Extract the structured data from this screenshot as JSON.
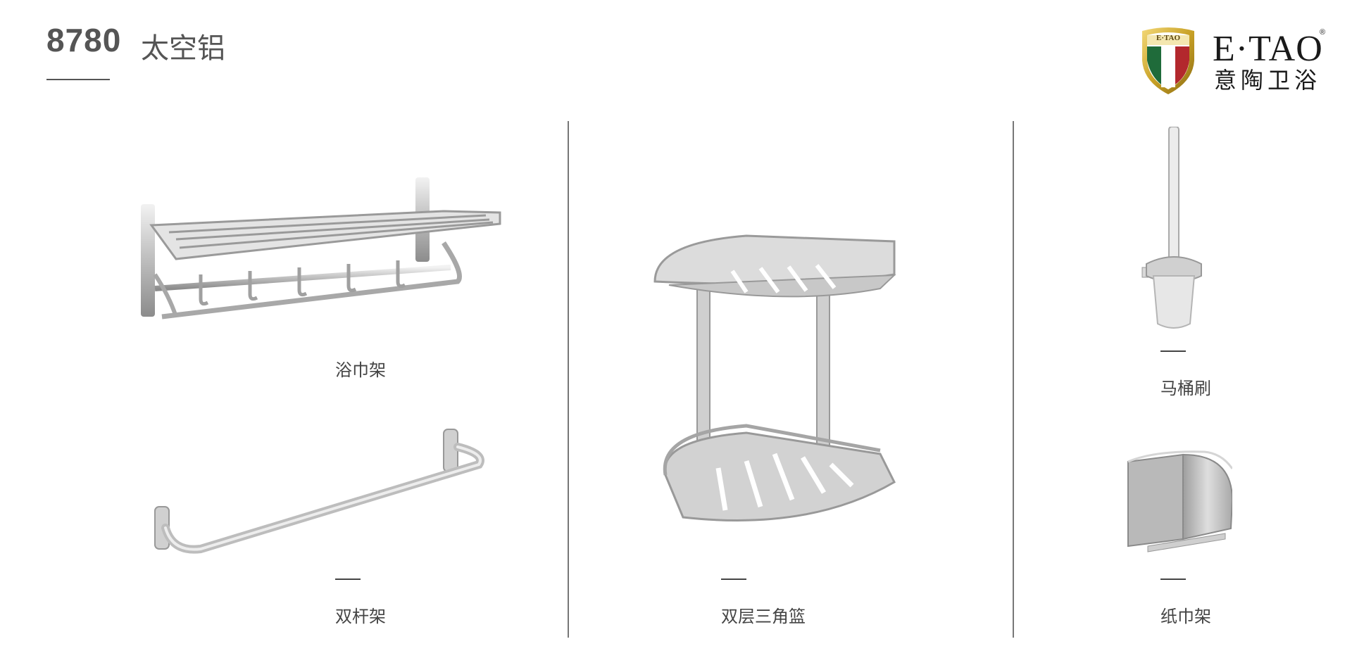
{
  "header": {
    "model_code": "8780",
    "material": "太空铝"
  },
  "logo": {
    "shield_text": "E·TAO",
    "brand_name": "E·TAO",
    "registered_mark": "®",
    "brand_cn": "意陶卫浴"
  },
  "products": [
    {
      "label": "浴巾架"
    },
    {
      "label": "双杆架"
    },
    {
      "label": "双层三角篮"
    },
    {
      "label": "马桶刷"
    },
    {
      "label": "纸巾架"
    }
  ],
  "colors": {
    "metal_light": "#e6e6e6",
    "metal_mid": "#bdbdbd",
    "metal_dark": "#8c8c8c",
    "shield_gold": "#c9a227",
    "shield_green": "#1f6b3a",
    "shield_red": "#b3282d",
    "text": "#444444"
  }
}
